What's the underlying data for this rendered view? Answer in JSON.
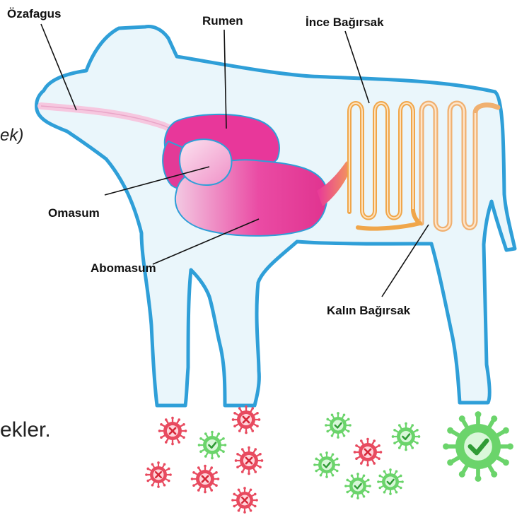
{
  "labels": {
    "esophagus": "Özafagus",
    "rumen": "Rumen",
    "small_intestine": "İnce Bağırsak",
    "omasum": "Omasum",
    "abomasum": "Abomasum",
    "large_intestine": "Kalın Bağırsak"
  },
  "fragments": {
    "left_italic": "ek)",
    "left_bottom": "ekler."
  },
  "colors": {
    "body_fill": "#eaf6fb",
    "body_stroke": "#2f9fd8",
    "organ_pink": "#e8379a",
    "intestine_orange": "#f0a64a",
    "bad_virus": "#e84a5f",
    "good_virus": "#6bd46b"
  },
  "icons": {
    "bad": "red-virus-x-icon",
    "good": "green-virus-check-icon"
  }
}
